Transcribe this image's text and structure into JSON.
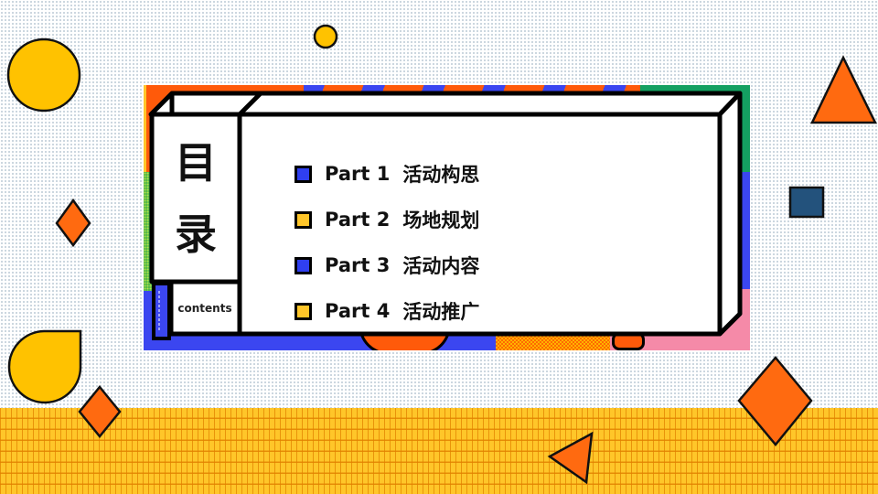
{
  "slide": {
    "title_chars": [
      "目",
      "录"
    ],
    "subtitle": "contents",
    "menu": [
      {
        "part": "Part 1",
        "label": "活动构思",
        "bullet_color": "#2f3ff0"
      },
      {
        "part": "Part 2",
        "label": "场地规划",
        "bullet_color": "#ffc629"
      },
      {
        "part": "Part 3",
        "label": "活动内容",
        "bullet_color": "#2f3ff0"
      },
      {
        "part": "Part 4",
        "label": "活动推广",
        "bullet_color": "#ffc629"
      }
    ]
  },
  "colors": {
    "orange": "#ff5a0a",
    "yellow": "#ffc629",
    "blue": "#3b46f0",
    "green": "#14a061",
    "pink": "#f58aa8",
    "navy": "#23527c"
  },
  "decorations": [
    "large-yellow-circle",
    "small-yellow-circle",
    "orange-triangle",
    "navy-square",
    "orange-diamond-left",
    "yellow-teardrop",
    "orange-diamond-small",
    "orange-diamond-large",
    "orange-triangle-bottom"
  ]
}
